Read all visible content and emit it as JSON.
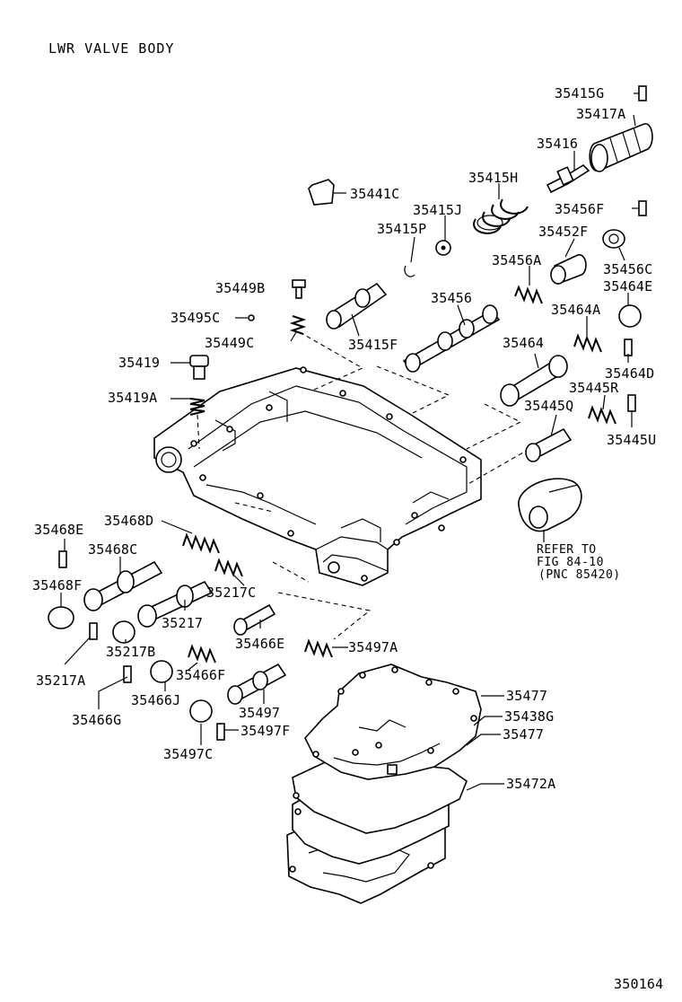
{
  "title": "LWR VALVE BODY",
  "figure_number": "350164",
  "refer_note": {
    "line1": "REFER TO",
    "line2": "FIG 84-10",
    "line3": "(PNC 85420)"
  },
  "labels": {
    "p35415G": "35415G",
    "p35417A": "35417A",
    "p35416": "35416",
    "p35415H": "35415H",
    "p35441C": "35441C",
    "p35415J": "35415J",
    "p35456F": "35456F",
    "p35415P": "35415P",
    "p35452F": "35452F",
    "p35456A": "35456A",
    "p35456C": "35456C",
    "p35464E": "35464E",
    "p35449B": "35449B",
    "p35456": "35456",
    "p35495C": "35495C",
    "p35464A": "35464A",
    "p35449C": "35449C",
    "p35415F": "35415F",
    "p35464": "35464",
    "p35419": "35419",
    "p35464D": "35464D",
    "p35445R": "35445R",
    "p35419A": "35419A",
    "p35445Q": "35445Q",
    "p35445U": "35445U",
    "p35468E": "35468E",
    "p35468D": "35468D",
    "p35468C": "35468C",
    "p35468F": "35468F",
    "p35217C": "35217C",
    "p35217": "35217",
    "p35466E": "35466E",
    "p35497A": "35497A",
    "p35217B": "35217B",
    "p35217A": "35217A",
    "p35466F": "35466F",
    "p35466J": "35466J",
    "p35497": "35497",
    "p35466G": "35466G",
    "p35477a": "35477",
    "p35438G": "35438G",
    "p35477b": "35477",
    "p35497F": "35497F",
    "p35497C": "35497C",
    "p35472A": "35472A"
  }
}
